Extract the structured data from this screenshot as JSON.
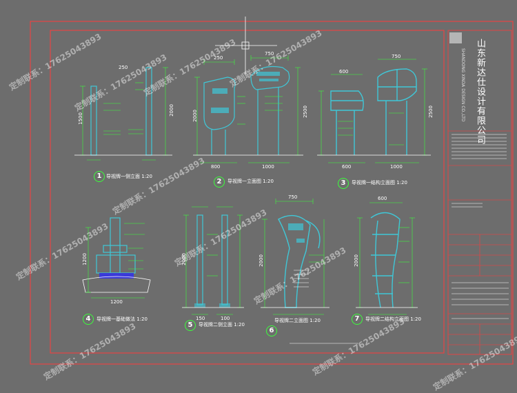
{
  "title_block": {
    "company_cn": "山东新达仕设计有限公司",
    "company_en": "SHANDONG XINDA DESIGN CO.,LTD"
  },
  "views": [
    {
      "num": "1",
      "caption": "导视牌一侧立面 1:20"
    },
    {
      "num": "2",
      "caption": "导视牌一立面图 1:20"
    },
    {
      "num": "3",
      "caption": "导视牌一结构立面图 1:20"
    },
    {
      "num": "4",
      "caption": "导视牌一基础做法 1:20"
    },
    {
      "num": "5",
      "caption": "导视牌二侧立面 1:20"
    },
    {
      "num": "6",
      "caption": "导视牌二立面图 1:20"
    },
    {
      "num": "7",
      "caption": "导视牌二结构立面图 1:20"
    }
  ],
  "dimensions": {
    "d250": "250",
    "d750": "750",
    "d1000": "1000",
    "d1200": "1200",
    "d1500": "1500",
    "d2000": "2000",
    "d2500": "2500",
    "d600": "600",
    "d150": "150",
    "d100": "100",
    "d800": "800"
  },
  "watermark": "定制联系：17625043893",
  "colors": {
    "background": "#6d6d6d",
    "frame": "#ff3b3b",
    "dimension": "#3cff3c",
    "structure": "#3fc8d8",
    "text": "#ffffff"
  }
}
